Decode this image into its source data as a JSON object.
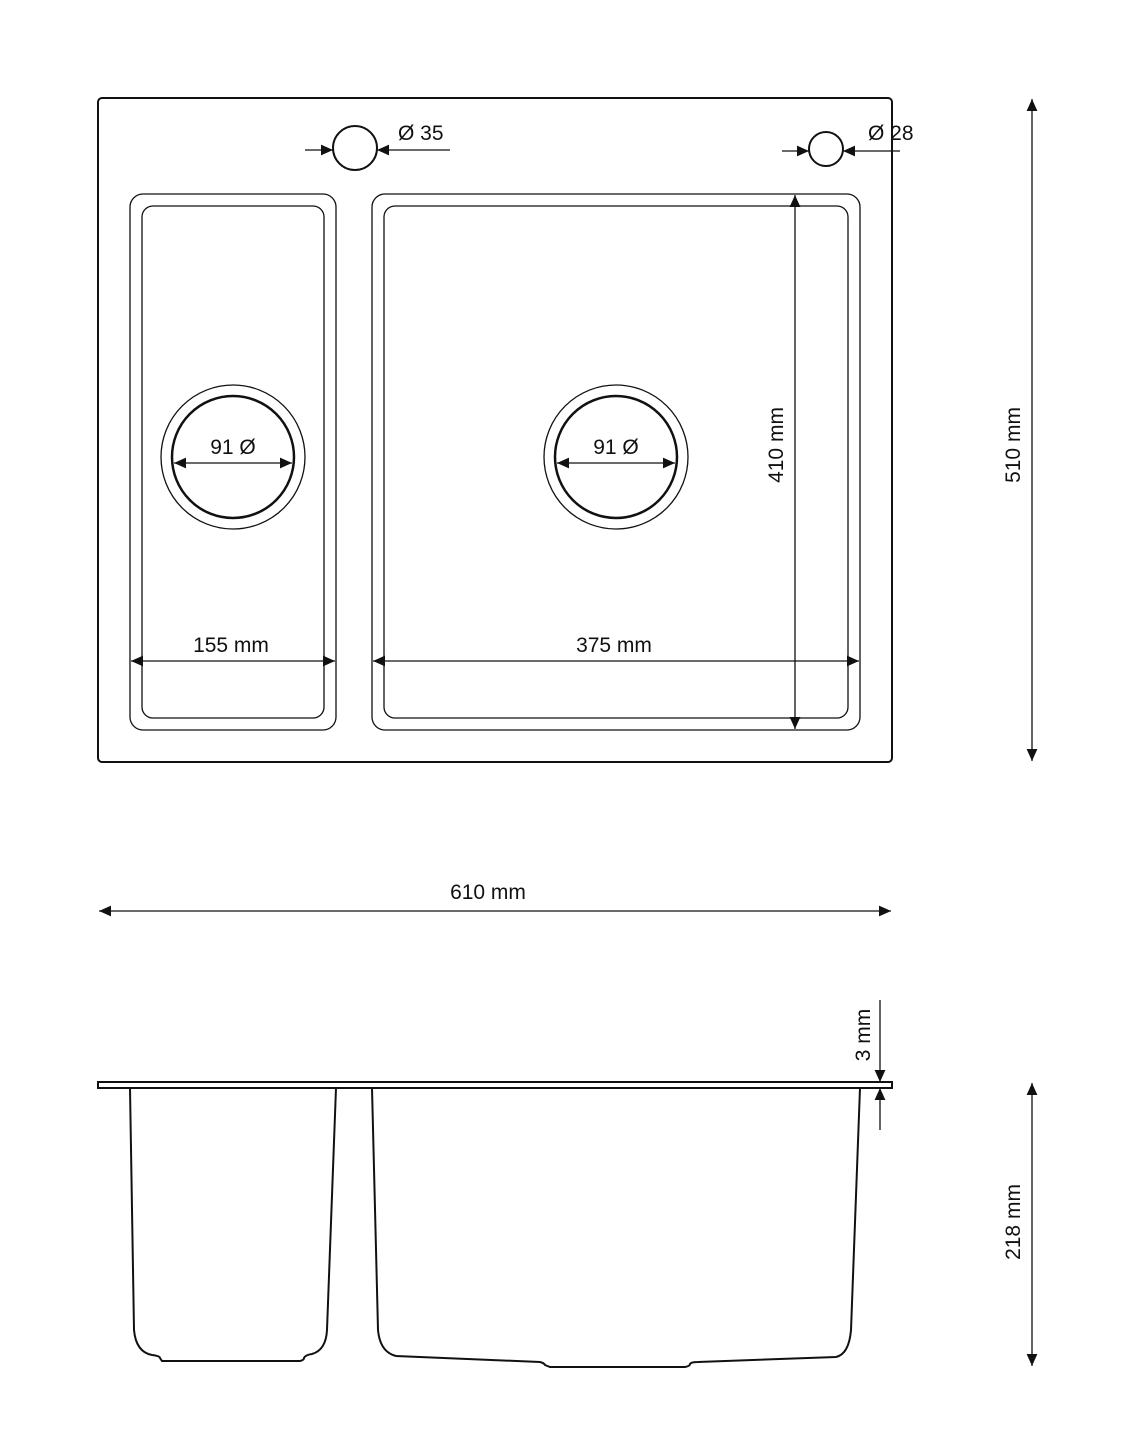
{
  "top_view": {
    "tap_hole_1": "Ø 35",
    "tap_hole_2": "Ø 28",
    "left_drain": "91 Ø",
    "right_drain": "91 Ø",
    "left_bowl_width": "155 mm",
    "right_bowl_width": "375 mm",
    "bowl_depth_length": "410 mm",
    "overall_depth": "510 mm",
    "overall_width": "610 mm"
  },
  "side_view": {
    "thickness": "3 mm",
    "height": "218 mm"
  },
  "colors": {
    "line": "#111111",
    "background": "#ffffff"
  }
}
